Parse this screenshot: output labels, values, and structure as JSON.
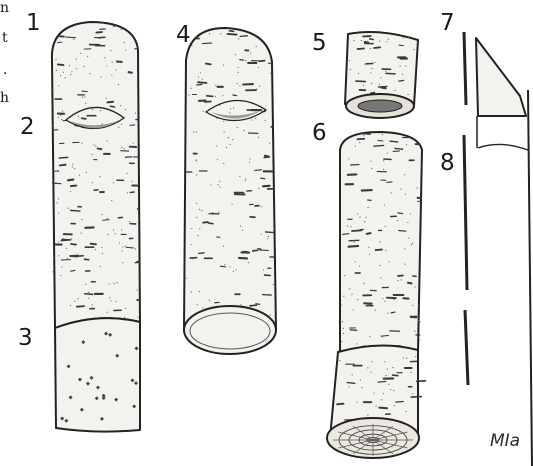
{
  "caption_fragments": [
    "n",
    "t",
    ".",
    "h"
  ],
  "labels": {
    "n1": "1",
    "n2": "2",
    "n3": "3",
    "n4": "4",
    "n5": "5",
    "n6": "6",
    "n7": "7",
    "n8": "8"
  },
  "signature": "MIa",
  "colors": {
    "ink": "#222222",
    "paper": "#f4f2ee",
    "background": "#ffffff"
  }
}
